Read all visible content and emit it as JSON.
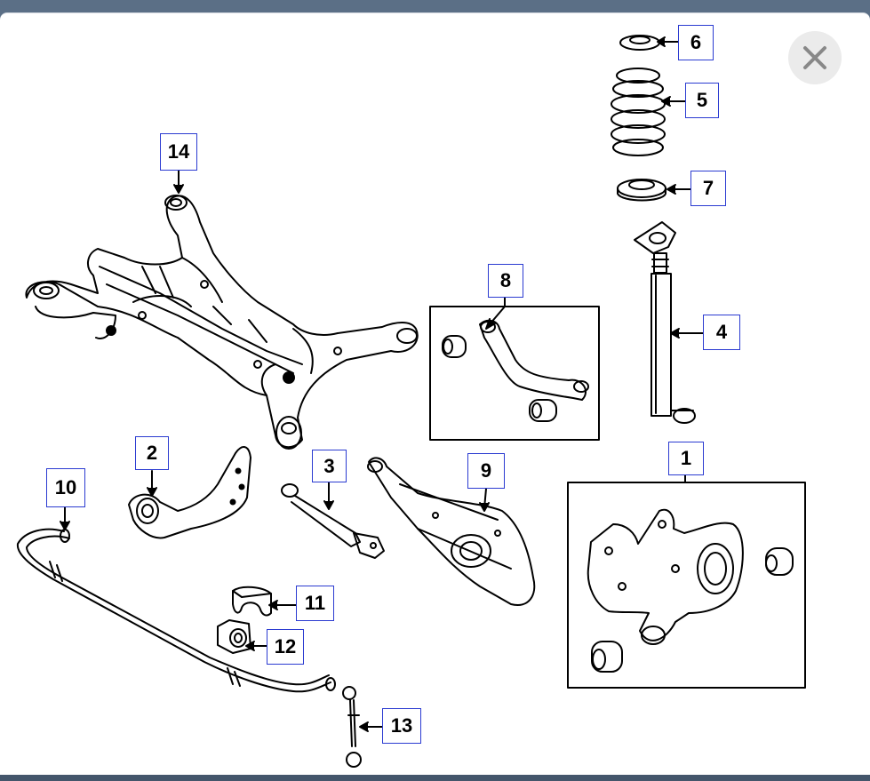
{
  "close_icon": "close-icon",
  "colors": {
    "callout_border": "#2b3bd1",
    "line": "#000000",
    "backdrop": "#5b6f86",
    "close_bg": "#ebebeb"
  },
  "callouts": {
    "c1": "1",
    "c2": "2",
    "c3": "3",
    "c4": "4",
    "c5": "5",
    "c6": "6",
    "c7": "7",
    "c8": "8",
    "c9": "9",
    "c10": "10",
    "c11": "11",
    "c12": "12",
    "c13": "13",
    "c14": "14"
  }
}
